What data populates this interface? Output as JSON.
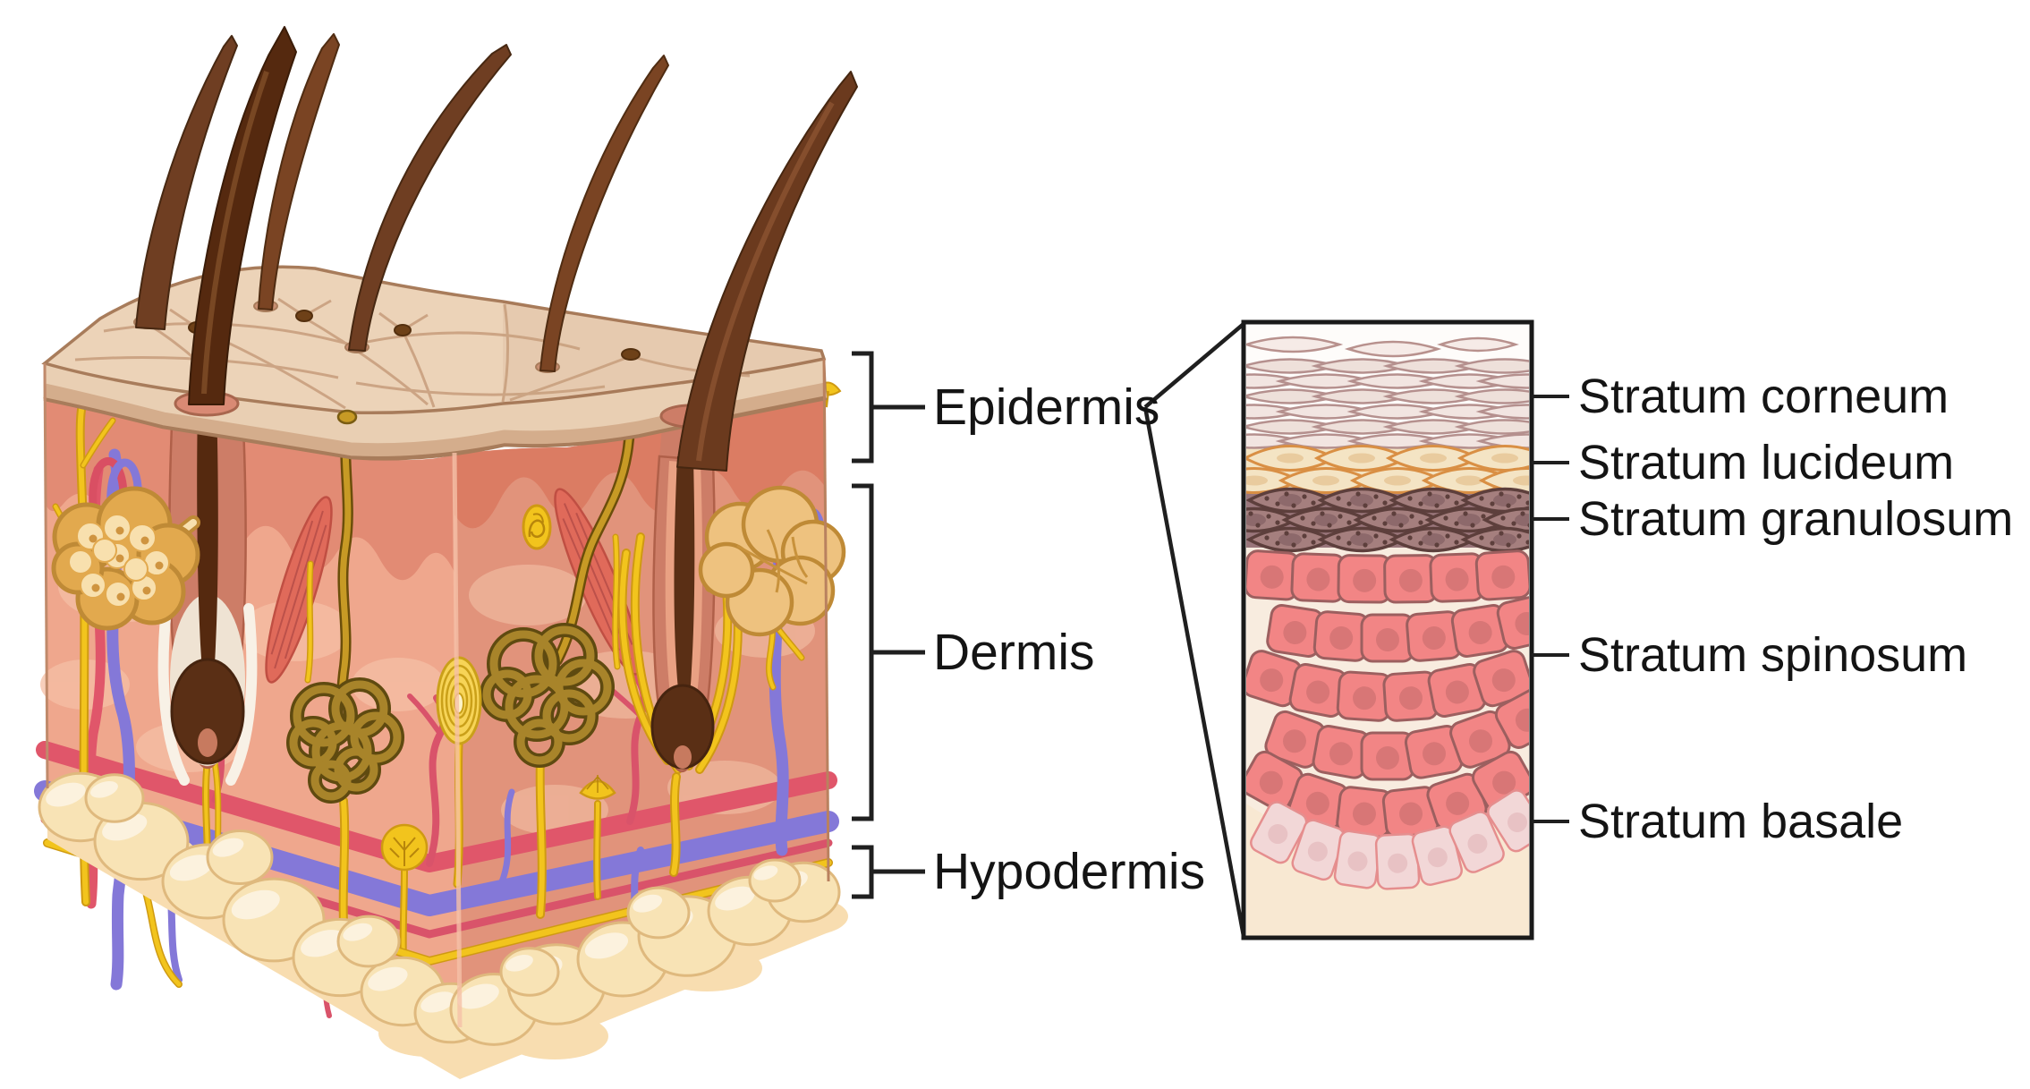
{
  "figure": {
    "type": "anatomical illustration",
    "subject": "Layers of the skin with magnified epidermis cross-section"
  },
  "left_diagram": {
    "labels": [
      {
        "text": "Epidermis"
      },
      {
        "text": "Dermis"
      },
      {
        "text": "Hypodermis"
      }
    ],
    "structures": [
      "hair-shaft",
      "skin-surface",
      "hair-follicle",
      "sebaceous-gland",
      "arrector-pili-muscle",
      "sweat-gland-coil",
      "sweat-duct",
      "nerve-fibers",
      "pacinian-corpuscle",
      "meissner-corpuscle",
      "blood-vessels",
      "adipose-lobules"
    ]
  },
  "magnified_panel": {
    "labels": [
      {
        "text": "Stratum corneum"
      },
      {
        "text": "Stratum lucideum"
      },
      {
        "text": "Stratum granulosum"
      },
      {
        "text": "Stratum spinosum"
      },
      {
        "text": "Stratum basale"
      }
    ]
  },
  "colors": {
    "label_text": "#141414",
    "annotation_line": "#1f1f1f",
    "skin_surface": "#ecd3b8",
    "epidermis_band": "#e9cfb3",
    "epidermis_band_lower": "#d4ad8c",
    "dermis": "#efa78d",
    "dermis_right": "#e69880",
    "dermis_papillae": "#e28b74",
    "hypodermis_fat": "#f8e3b5",
    "fat_outline": "#dfb97e",
    "hair": "#6f3e22",
    "vessel_red": "#e0566a",
    "vessel_blue": "#8478d8",
    "nerve_yellow": "#f2c41d",
    "nerve_outline": "#cf9a12",
    "duct_gold": "#c79a25",
    "duct_outline": "#6b4e0a",
    "sweat_coil": "#a8842a",
    "sweat_coil_outline": "#5f4a10",
    "gland_gold": "#eec27f",
    "gland_outline": "#bf8a36",
    "muscle_red": "#e06a5a",
    "panel_border": "#1a1a1a",
    "corneum_outline": "#b5908e",
    "corneum_fill": "#f2e5e1",
    "corneum_fill_alt": "#eee0da",
    "lucideum_outline": "#d98f44",
    "lucideum_fill": "#f4e4c4",
    "lucideum_band": "#f3e3c2",
    "lucideum_nucleus": "#e9cb9e",
    "granulosum_outline": "#5d3f3c",
    "granulosum_fill": "#a57f7e",
    "granulosum_band": "#9a767b",
    "granulosum_nucleus": "#8d696b",
    "spinosum_fill": "#f28585",
    "spinosum_outline": "#9c5f5f",
    "spinosum_nucleus": "#d87676",
    "spinosum_bg": "#f8ecdf",
    "basale_fill": "#f2d7d7",
    "basale_outline": "#e58e8e",
    "basale_nucleus": "#e8c2c4",
    "basale_bg": "#f8e8d2"
  }
}
